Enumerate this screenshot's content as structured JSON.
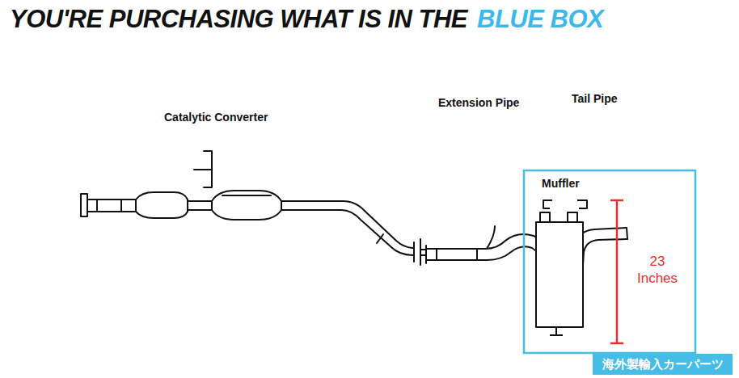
{
  "diagram": {
    "title": "YOU'RE PURCHASING WHAT IS IN THE",
    "nodes": [
      {
        "text": [
          "Muffler"
        ]
      },
      {
        "text": [
          "海外製輸入カーパーツ"
        ]
      }
    ],
    "labels": [
      "BLUE BOX",
      "Catalytic Converter",
      "Extension Pipe",
      "Tail Pipe",
      "23 Inches"
    ]
  }
}
